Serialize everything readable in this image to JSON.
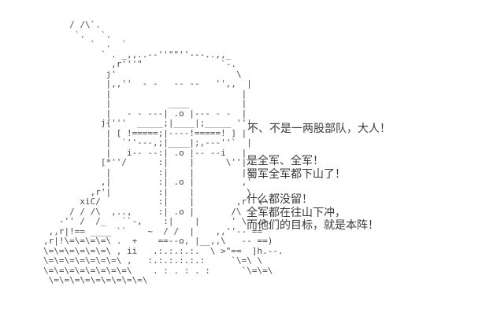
{
  "colors": {
    "background": "#ffffff",
    "art": "#4a4a4a",
    "text": "#3b3b3b"
  },
  "ascii_art": {
    "description": "helmeted-warrior-ascii-figure",
    "lines": [
      "             / /\\`.",
      "              `.   `.",
      "                 `  .  `",
      "                   ` . _,,..--''\"\"''---..,,_",
      "                     ,r'''\"               `-.",
      "                    j'                       \\",
      "                    |,,''  - -   -- --   '',,  |",
      "                    |                         |",
      "                    |           ____          |",
      "                    |   - - ---| .o |--- - -  |",
      "                   j{'''  _____;|____|;_____ ''|",
      "                    | [ !=====;|----!=====! ] |",
      "                    |  `''---,;|____|;,---''`  |",
      "                    |   i-- --:| .o |-- --i   |",
      "                   [*''/      :|    |      \\''|",
      "                    |         :|    |         |",
      "                   ,|         :| .o |         ,'",
      "                 ,r'|         :|    |          \\",
      "               xiC/           :|    |        ,r' \\",
      "             / / /\\  ,..,     :| .o |       /\\   `",
      "           -'' /  /_   ``-,    :|    |      ' \\   >",
      "         ,,r|!== ____ ``    ~  / /  |    ,,''-- == `",
      "        ,r|!\\=\\=\\=\\=\\ .  +    ==--o, |__,,\\   -- ==)",
      "        \\=\\=\\=\\=\\=\\=\\ , ii   .:.:.:.:.  \\ >\"==  ]h.--.",
      "        \\=\\=\\=\\=\\=\\=\\=\\ ,   :.:.:.:.:.:     `\\=\\ \\",
      "        \\=\\=\\=\\=\\=\\=\\=\\=\\    . : . : . :      `\\=\\=\\",
      "         \\=\\=\\=\\=\\=\\=\\=\\=\\=\\"
    ]
  },
  "dialogue": {
    "block1": {
      "lines": [
        "不、不是一两股部队，大人！"
      ]
    },
    "block2": {
      "lines": [
        "是全军、全军！",
        "蜀军全军都下山了！"
      ]
    },
    "block3": {
      "lines": [
        "什么都没留！",
        "全军都在往山下冲，",
        "而他们的目标，就是本阵！"
      ]
    }
  }
}
